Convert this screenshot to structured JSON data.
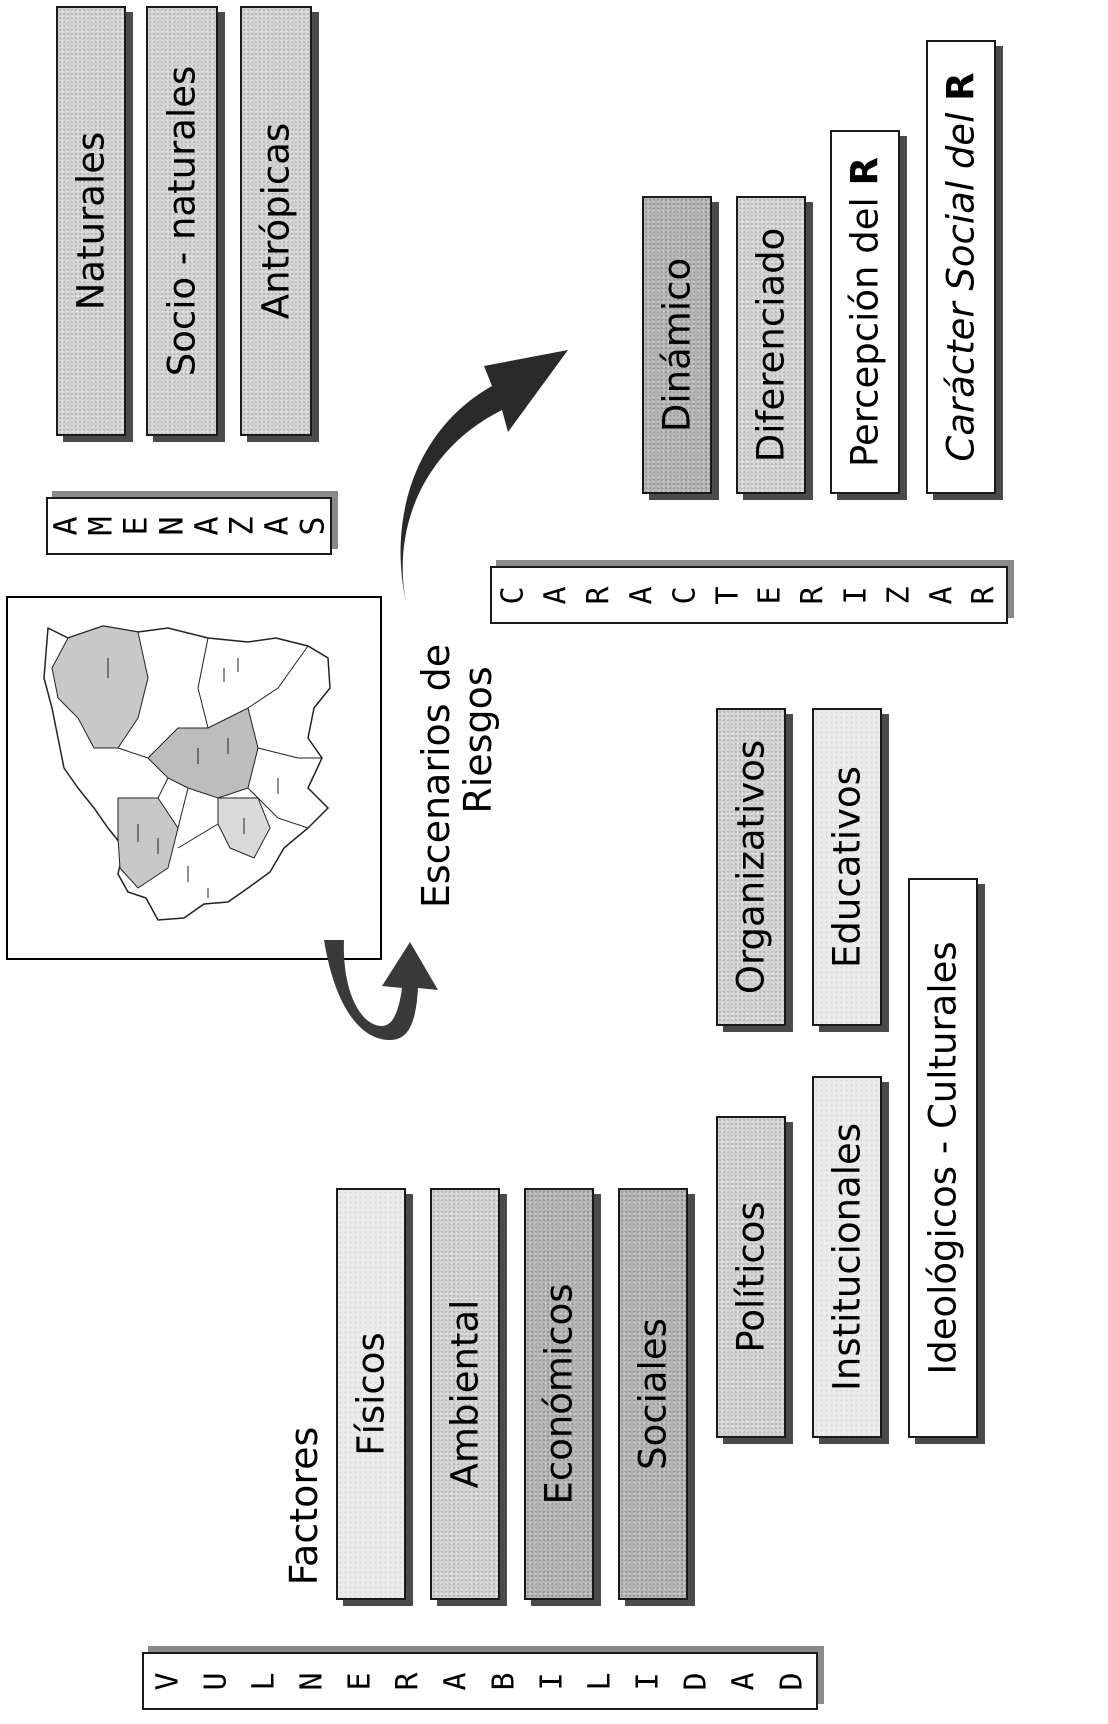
{
  "amenazas": {
    "header_letters": [
      "A",
      "M",
      "E",
      "N",
      "A",
      "Z",
      "A",
      "S"
    ],
    "items": [
      "Naturales",
      "Socio - naturales",
      "Antrópicas"
    ]
  },
  "caracterizar": {
    "header_letters": [
      "C",
      "A",
      "R",
      "A",
      "C",
      "T",
      "E",
      "R",
      "I",
      "Z",
      "A",
      "R"
    ],
    "items": [
      "Dinámico",
      "Diferenciado",
      "Percepción del",
      "Carácter Social del"
    ],
    "bold_suffix": "R"
  },
  "center": {
    "title_line1": "Escenarios de",
    "title_line2": "Riesgos"
  },
  "vulnerabilidad": {
    "header_letters": [
      "V",
      "U",
      "L",
      "N",
      "E",
      "R",
      "A",
      "B",
      "I",
      "L",
      "I",
      "D",
      "A",
      "D"
    ],
    "factores_label": "Factores",
    "items": [
      "Físicos",
      "Ambiental",
      "Económicos",
      "Sociales",
      "Políticos",
      "Institucionales",
      "Ideológicos - Culturales"
    ],
    "right_items": [
      "Organizativos",
      "Educativos"
    ]
  },
  "icons": [
    "curved-arrow-icon",
    "region-map-icon"
  ],
  "colors": {
    "shadow": "#4a4a4a",
    "border": "#1a1a1a",
    "arrow": "#2a2a2a",
    "map_shade": "#c8c8c8"
  }
}
